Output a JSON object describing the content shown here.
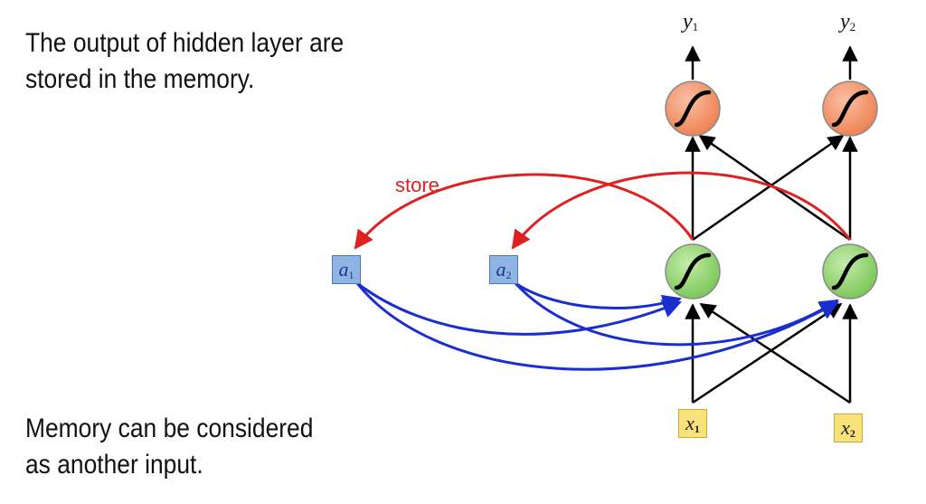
{
  "captions": {
    "top_line1": "The output of hidden layer are",
    "top_line2": "stored in the memory.",
    "bottom_line1": "Memory can be considered",
    "bottom_line2": "as another input."
  },
  "arrow_label": "store",
  "memory_cells": [
    {
      "symbol": "a",
      "index": "1"
    },
    {
      "symbol": "a",
      "index": "2"
    }
  ],
  "inputs": [
    {
      "symbol": "x",
      "index": "1"
    },
    {
      "symbol": "x",
      "index": "2"
    }
  ],
  "outputs": [
    {
      "symbol": "y",
      "index": "1"
    },
    {
      "symbol": "y",
      "index": "2"
    }
  ],
  "colors": {
    "hidden_node_fill": "#8fd36a",
    "output_node_fill": "#f5946a",
    "store_arrow": "#e02020",
    "memory_arrow": "#1a2ed0",
    "memory_box": "#8fb4e3",
    "input_box": "#f9e27a"
  }
}
